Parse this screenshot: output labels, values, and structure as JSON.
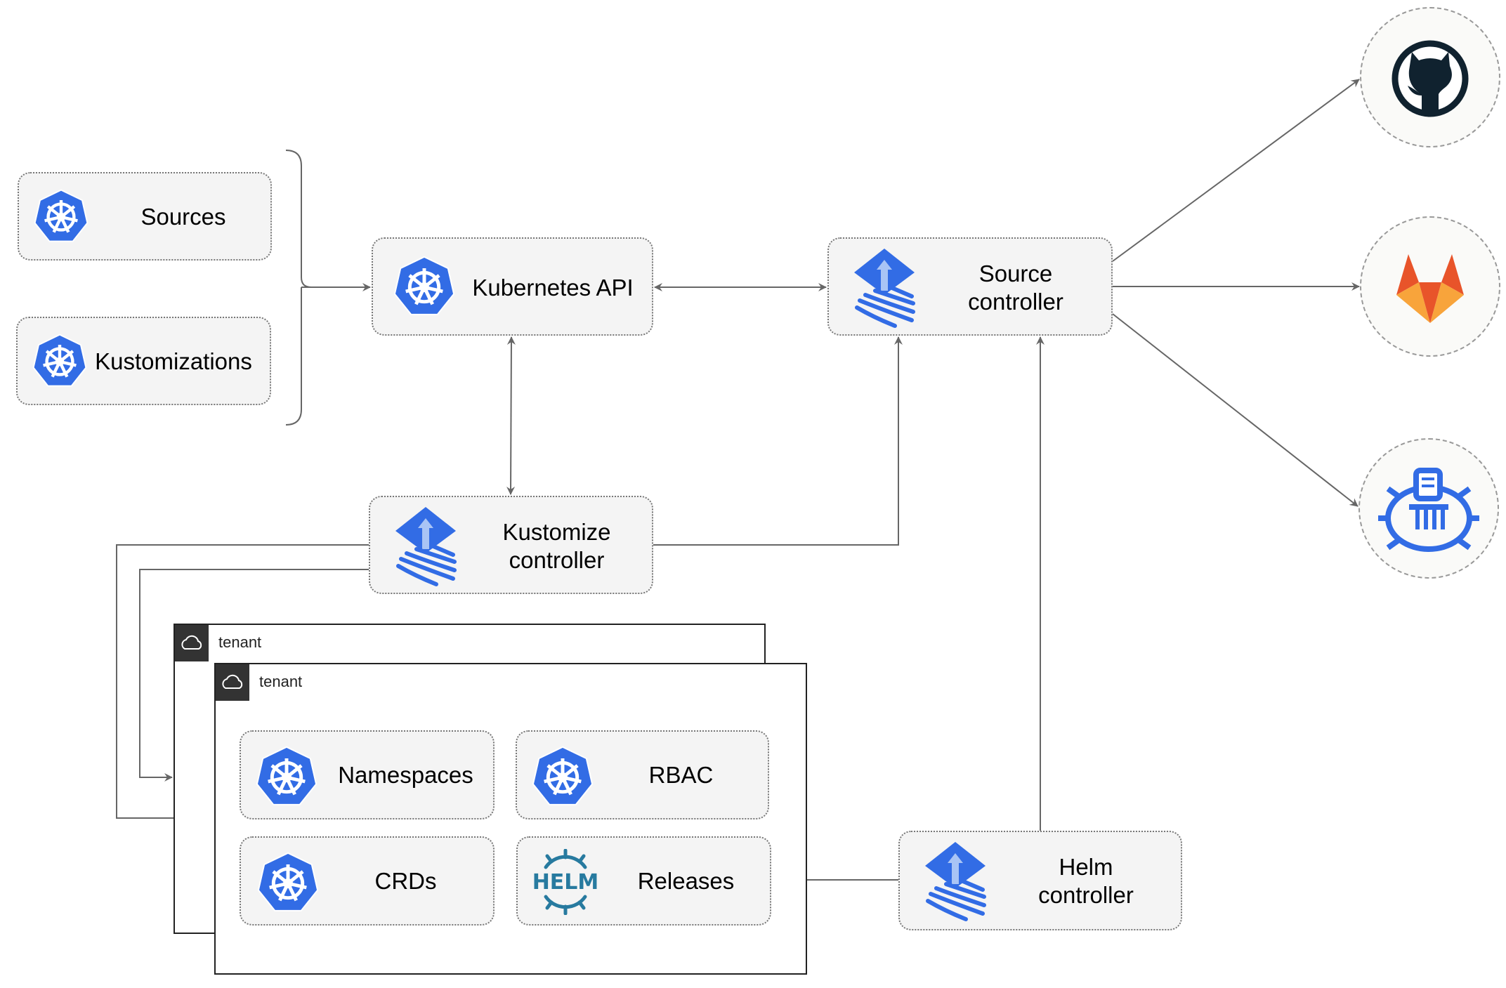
{
  "nodes": {
    "sources": "Sources",
    "kustomizations": "Kustomizations",
    "kubernetes_api": "Kubernetes API",
    "source_controller": [
      "Source",
      "controller"
    ],
    "kustomize_controller": [
      "Kustomize",
      "controller"
    ],
    "helm_controller": [
      "Helm",
      "controller"
    ],
    "namespaces": "Namespaces",
    "rbac": "RBAC",
    "crds": "CRDs",
    "releases": "Releases"
  },
  "tenants": [
    "tenant",
    "tenant"
  ],
  "helm_logo_text": "HELM",
  "external": [
    "github-icon",
    "gitlab-icon",
    "helm-repository-icon"
  ],
  "colors": {
    "k8s_blue": "#326ce5",
    "github": "#10222f",
    "gitlab_red": "#e8542a",
    "gitlab_orange": "#f8a43b",
    "helm": "#277a9f",
    "line": "#666666"
  }
}
